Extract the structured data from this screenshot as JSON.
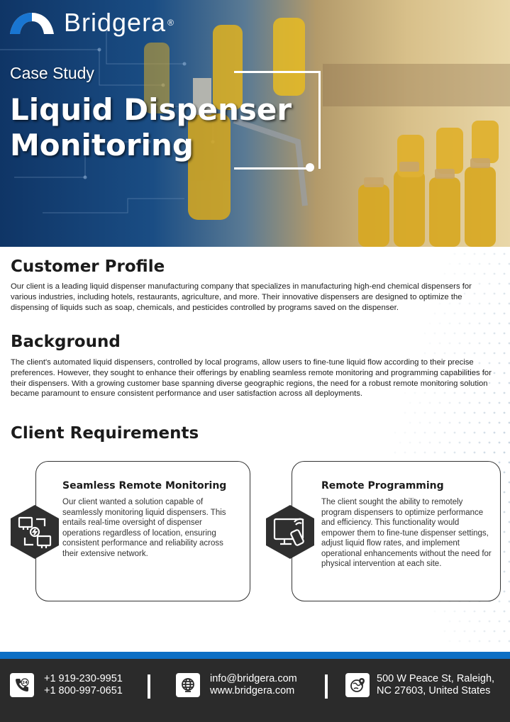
{
  "brand": {
    "name": "Bridgera",
    "reg": "®"
  },
  "hero": {
    "kicker": "Case Study",
    "title_line1": "Liquid Dispenser",
    "title_line2": "Monitoring"
  },
  "customer_profile": {
    "heading": "Customer Profile",
    "body": "Our client is a leading liquid dispenser manufacturing company that specializes in manufacturing high-end chemical dispensers for various industries, including hotels, restaurants, agriculture, and more. Their innovative dispensers are designed to optimize the dispensing of liquids such as soap, chemicals, and pesticides controlled by programs saved on the dispenser."
  },
  "background": {
    "heading": "Background",
    "body": "The client's automated liquid dispensers, controlled by local programs, allow users to fine-tune liquid flow according to their precise preferences. However, they sought to enhance their offerings by enabling seamless remote monitoring and programming capabilities for their dispensers. With a growing customer base spanning diverse geographic regions, the need for a robust remote monitoring solution became paramount to ensure consistent performance and user satisfaction across all deployments."
  },
  "requirements": {
    "heading": "Client Requirements",
    "cards": [
      {
        "title": "Seamless Remote Monitoring",
        "body": "Our client wanted a solution capable of seamlessly monitoring liquid dispensers. This entails real-time oversight of dispenser operations regardless of location, ensuring consistent performance and reliability across their extensive network.",
        "icon": "network-devices-icon"
      },
      {
        "title": "Remote Programming",
        "body": "The client sought the ability to remotely program dispensers to optimize performance and efficiency. This functionality would empower them to fine-tune dispenser settings, adjust liquid flow rates, and implement operational enhancements without the need for physical intervention at each site.",
        "icon": "remote-control-monitor-icon"
      }
    ]
  },
  "footer": {
    "phone1": "+1 919-230-9951",
    "phone2": "+1 800-997-0651",
    "email": "info@bridgera.com",
    "website": "www.bridgera.com",
    "address1": "500 W Peace St, Raleigh,",
    "address2": "NC 27603, United States",
    "icons": [
      "phone-24-icon",
      "globe-icon",
      "location-globe-icon"
    ]
  },
  "colors": {
    "navy": "#0f3566",
    "footer_bg": "#2b2b2b",
    "accent_blue": "#0d6fc4",
    "hex_dark": "#2f2f2f"
  }
}
